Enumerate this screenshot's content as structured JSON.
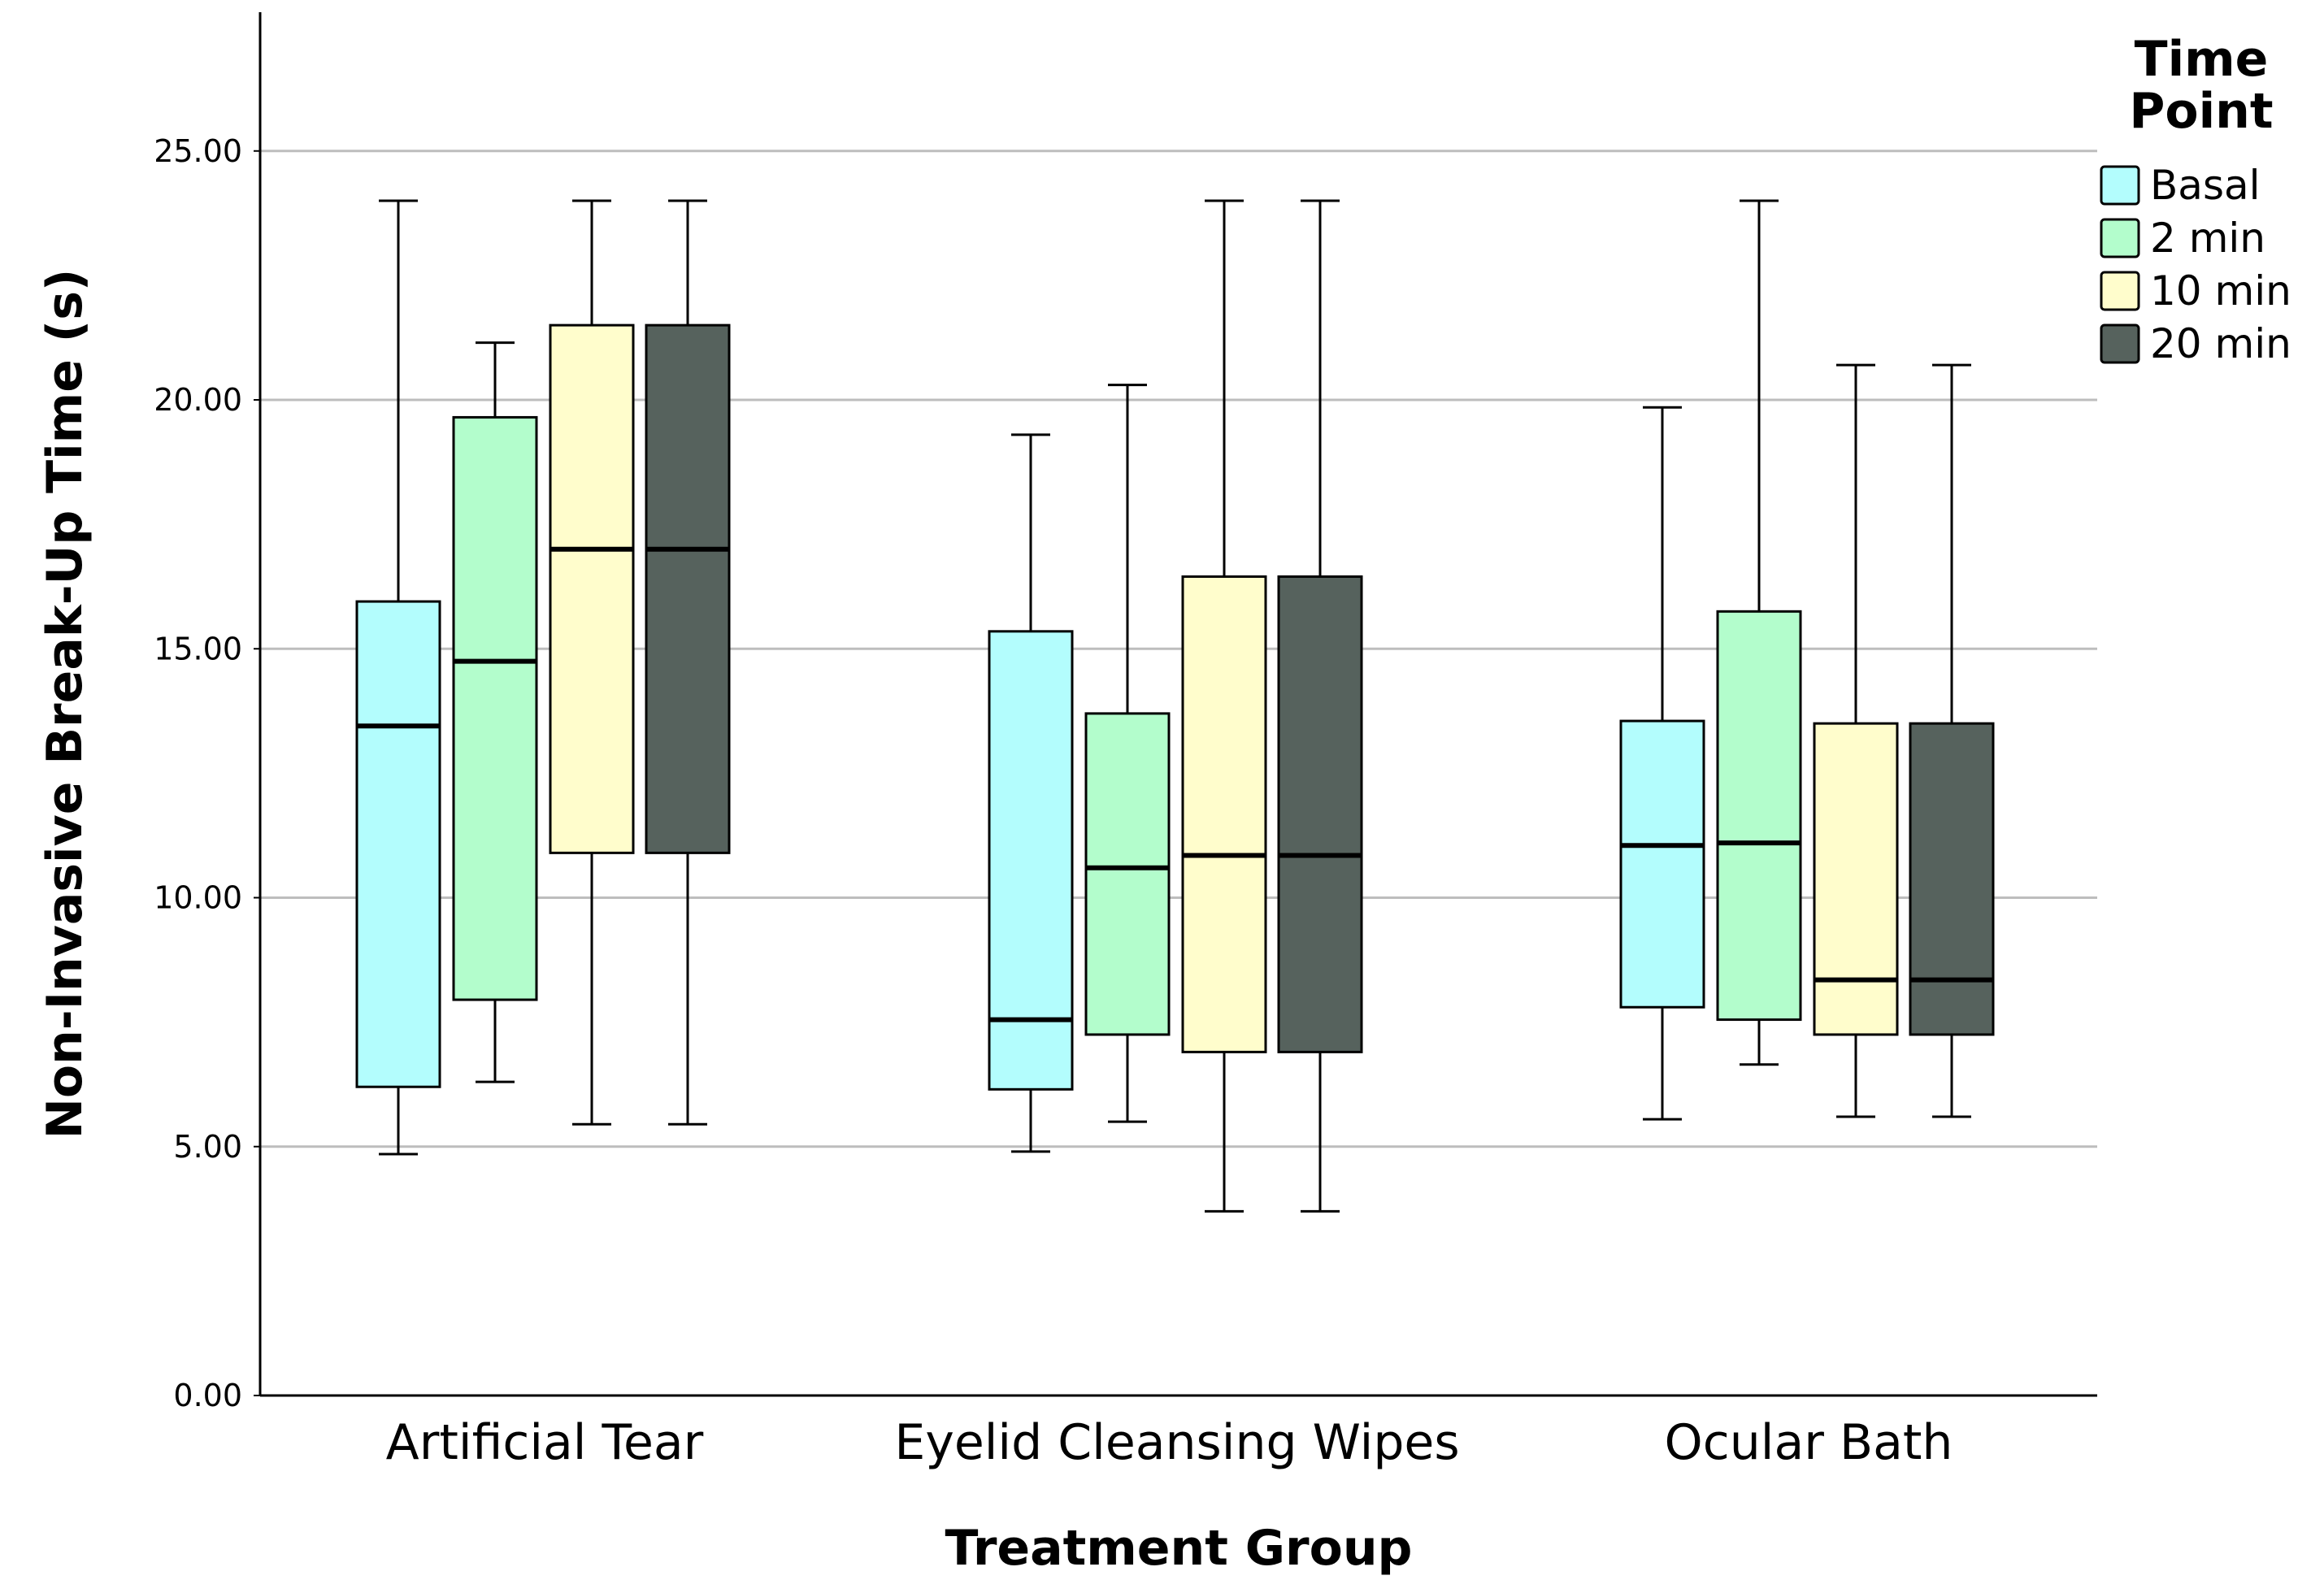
{
  "chart_data": {
    "type": "boxplot",
    "xlabel": "Treatment Group",
    "ylabel": "Non-Invasive Break-Up Time (s)",
    "ylim": [
      0,
      27.5
    ],
    "yticks": [
      "0.00",
      "5.00",
      "10.00",
      "15.00",
      "20.00",
      "25.00"
    ],
    "grid": true,
    "legend": {
      "title_lines": [
        "Time",
        "Point"
      ],
      "placement": "top-right",
      "entries": [
        {
          "name": "Basal",
          "color": "#b3fdfd"
        },
        {
          "name": "2 min",
          "color": "#b3fdcc"
        },
        {
          "name": "10 min",
          "color": "#fffdcc"
        },
        {
          "name": "20 min",
          "color": "#56625d"
        }
      ]
    },
    "categories": [
      "Artificial Tear",
      "Eyelid Cleansing Wipes",
      "Ocular Bath"
    ],
    "series": [
      {
        "name": "Basal",
        "color": "#b3fdfd",
        "boxes": [
          {
            "min": 4.85,
            "q1": 6.2,
            "median": 13.45,
            "q3": 15.95,
            "max": 24.0
          },
          {
            "min": 4.9,
            "q1": 6.15,
            "median": 7.55,
            "q3": 15.35,
            "max": 19.3
          },
          {
            "min": 5.55,
            "q1": 7.8,
            "median": 11.05,
            "q3": 13.55,
            "max": 19.85
          }
        ]
      },
      {
        "name": "2 min",
        "color": "#b3fdcc",
        "boxes": [
          {
            "min": 6.3,
            "q1": 7.95,
            "median": 14.75,
            "q3": 19.65,
            "max": 21.15
          },
          {
            "min": 5.5,
            "q1": 7.25,
            "median": 10.6,
            "q3": 13.7,
            "max": 20.3
          },
          {
            "min": 6.65,
            "q1": 7.55,
            "median": 11.1,
            "q3": 15.75,
            "max": 24.0
          }
        ]
      },
      {
        "name": "10 min",
        "color": "#fffdcc",
        "boxes": [
          {
            "min": 5.45,
            "q1": 10.9,
            "median": 17.0,
            "q3": 21.5,
            "max": 24.0
          },
          {
            "min": 3.7,
            "q1": 6.9,
            "median": 10.85,
            "q3": 16.45,
            "max": 24.0
          },
          {
            "min": 5.6,
            "q1": 7.25,
            "median": 8.35,
            "q3": 13.5,
            "max": 20.7
          }
        ]
      },
      {
        "name": "20 min",
        "color": "#56625d",
        "boxes": [
          {
            "min": 5.45,
            "q1": 10.9,
            "median": 17.0,
            "q3": 21.5,
            "max": 24.0
          },
          {
            "min": 3.7,
            "q1": 6.9,
            "median": 10.85,
            "q3": 16.45,
            "max": 24.0
          },
          {
            "min": 5.6,
            "q1": 7.25,
            "median": 8.35,
            "q3": 13.5,
            "max": 20.7
          }
        ]
      }
    ]
  }
}
